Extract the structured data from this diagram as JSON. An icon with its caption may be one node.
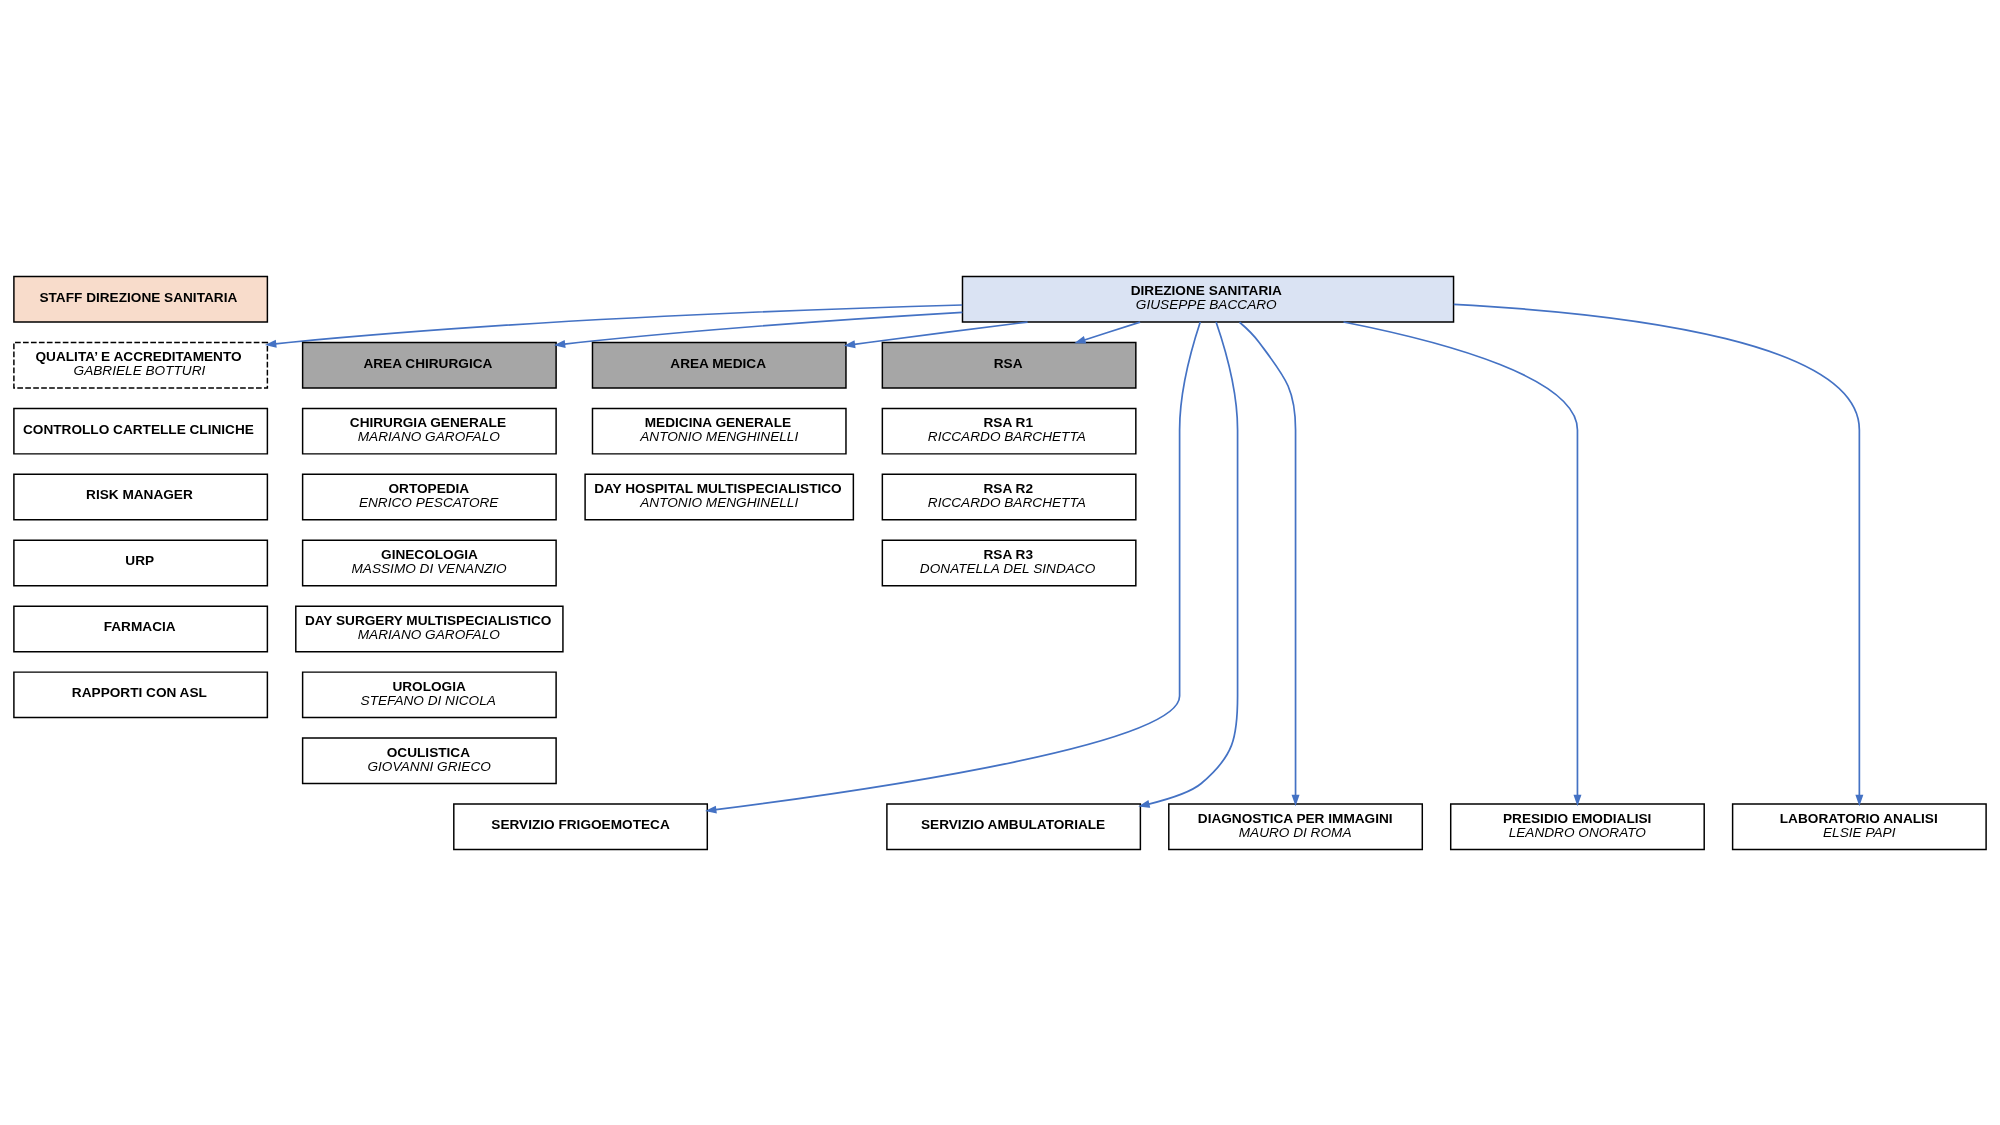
{
  "diagram": {
    "nodes": [
      {
        "text": [
          "DIREZIONE SANITARIA",
          "GIUSEPPE BACCARO"
        ]
      },
      {
        "text": [
          "STAFF DIREZIONE SANITARIA"
        ]
      },
      {
        "text": [
          "QUALITA’ E ACCREDITAMENTO",
          "GABRIELE BOTTURI"
        ]
      },
      {
        "text": [
          "CONTROLLO CARTELLE CLINICHE"
        ]
      },
      {
        "text": [
          "RISK MANAGER"
        ]
      },
      {
        "text": [
          "URP"
        ]
      },
      {
        "text": [
          "FARMACIA"
        ]
      },
      {
        "text": [
          "RAPPORTI CON ASL"
        ]
      },
      {
        "text": [
          "AREA CHIRURGICA"
        ]
      },
      {
        "text": [
          "CHIRURGIA GENERALE",
          "MARIANO GAROFALO"
        ]
      },
      {
        "text": [
          "ORTOPEDIA",
          "ENRICO PESCATORE"
        ]
      },
      {
        "text": [
          "GINECOLOGIA",
          "MASSIMO DI VENANZIO"
        ]
      },
      {
        "text": [
          "DAY SURGERY MULTISPECIALISTICO",
          "MARIANO GAROFALO"
        ]
      },
      {
        "text": [
          "UROLOGIA",
          "STEFANO DI NICOLA"
        ]
      },
      {
        "text": [
          "OCULISTICA",
          "GIOVANNI GRIECO"
        ]
      },
      {
        "text": [
          "AREA MEDICA"
        ]
      },
      {
        "text": [
          "MEDICINA GENERALE",
          "ANTONIO MENGHINELLI"
        ]
      },
      {
        "text": [
          "DAY HOSPITAL MULTISPECIALISTICO",
          "ANTONIO MENGHINELLI"
        ]
      },
      {
        "text": [
          "RSA"
        ]
      },
      {
        "text": [
          "RSA R1",
          "RICCARDO BARCHETTA"
        ]
      },
      {
        "text": [
          "RSA R2",
          "RICCARDO BARCHETTA"
        ]
      },
      {
        "text": [
          "RSA R3",
          "DONATELLA DEL SINDACO"
        ]
      },
      {
        "text": [
          "SERVIZIO FRIGOEMOTECA"
        ]
      },
      {
        "text": [
          "SERVIZIO AMBULATORIALE"
        ]
      },
      {
        "text": [
          "DIAGNOSTICA PER IMMAGINI",
          "MAURO DI ROMA"
        ]
      },
      {
        "text": [
          "PRESIDIO EMODIALISI",
          "LEANDRO ONORATO"
        ]
      },
      {
        "text": [
          "LABORATORIO ANALISI",
          "ELSIE PAPI"
        ]
      }
    ],
    "edges": [
      {
        "from": 0,
        "to": 2,
        "arrow": "to"
      },
      {
        "from": 0,
        "to": 8,
        "arrow": "to"
      },
      {
        "from": 0,
        "to": 15,
        "arrow": "to"
      },
      {
        "from": 0,
        "to": 18,
        "arrow": "to"
      },
      {
        "from": 0,
        "to": 22,
        "arrow": "to"
      },
      {
        "from": 0,
        "to": 23,
        "arrow": "to"
      },
      {
        "from": 0,
        "to": 24,
        "arrow": "to"
      },
      {
        "from": 0,
        "to": 25,
        "arrow": "to"
      },
      {
        "from": 0,
        "to": 26,
        "arrow": "to"
      }
    ]
  }
}
